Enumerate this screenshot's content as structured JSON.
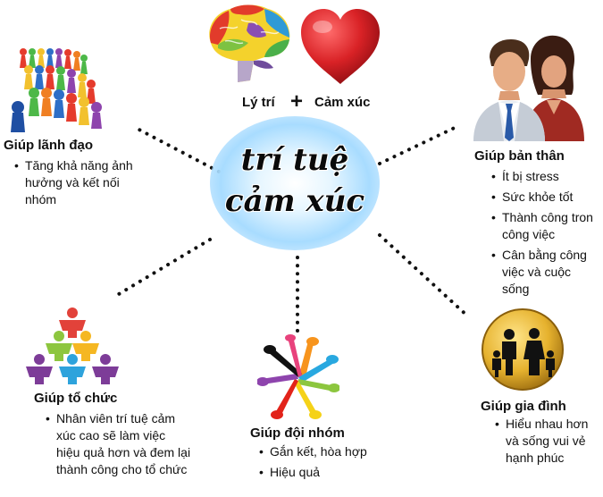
{
  "center": {
    "line1": "trí tuệ",
    "line2": "cảm xúc"
  },
  "top": {
    "left_label": "Lý trí",
    "plus": "+",
    "right_label": "Cảm xúc"
  },
  "leadership": {
    "title": "Giúp lãnh đạo",
    "items": [
      "Tăng khả năng ảnh hưởng và kết nối nhóm"
    ]
  },
  "self": {
    "title": "Giúp bản thân",
    "items": [
      "Ít bị stress",
      "Sức khỏe tốt",
      "Thành công tron công việc",
      "Cân bằng công việc và cuộc sống"
    ]
  },
  "organization": {
    "title": "Giúp tổ chức",
    "items": [
      "Nhân viên trí tuệ cảm xúc cao sẽ làm việc hiệu quả hơn và đem lại thành công cho tổ chức"
    ]
  },
  "team": {
    "title": "Giúp đội nhóm",
    "items": [
      "Gắn kết, hòa hợp",
      "Hiệu quả"
    ]
  },
  "family": {
    "title": "Giúp gia đình",
    "items": [
      "Hiểu nhau hơn và sống vui vẻ hạnh phúc"
    ]
  },
  "colors": {
    "glow_center": "#ffffff",
    "glow_mid": "#8fd2ff",
    "glow_edge": "#bfe6ff",
    "heart": "#d92226",
    "dots": "#111111",
    "family_badge": "#e6b22e"
  },
  "icons": {
    "brain": "brain-icon",
    "heart": "heart-icon",
    "leadership": "pawn-crowd-icon",
    "self": "couple-icon",
    "organization": "people-pyramid-icon",
    "team": "hands-circle-icon",
    "family": "family-badge-icon"
  }
}
